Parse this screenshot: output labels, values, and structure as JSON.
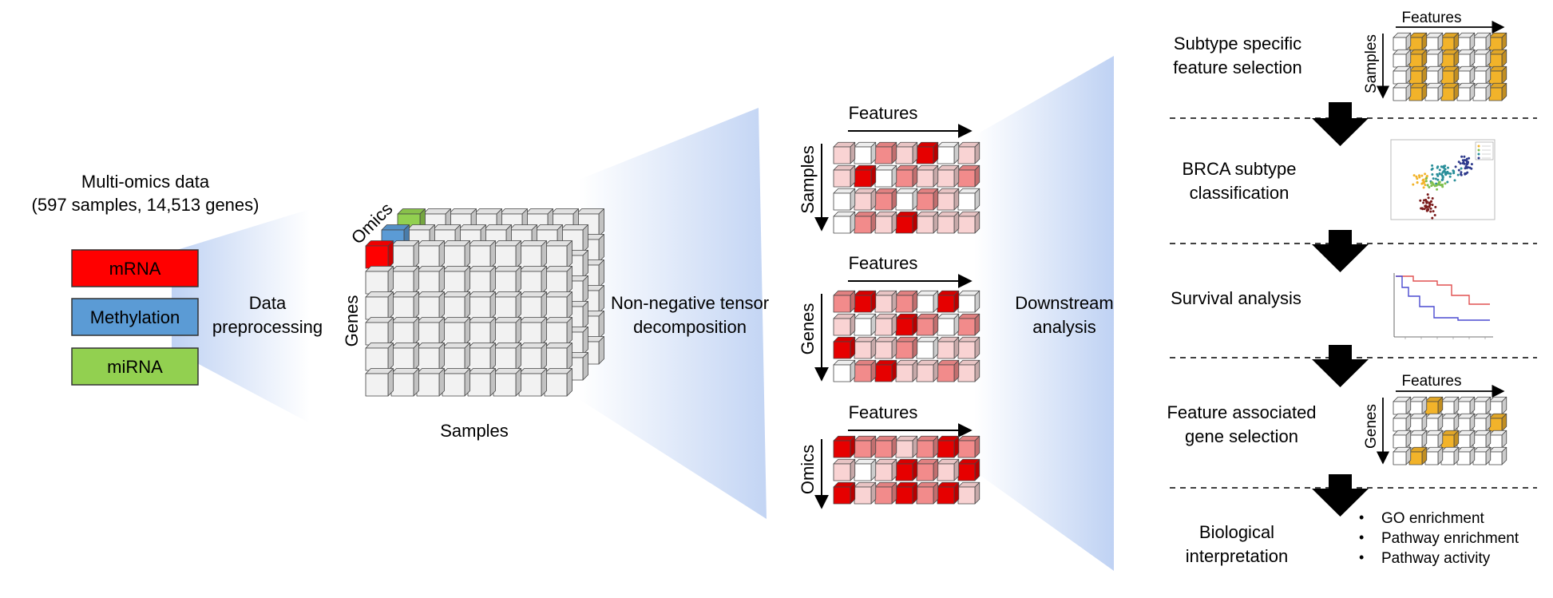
{
  "input": {
    "title_line1": "Multi-omics data",
    "title_line2": "(597 samples, 14,513 genes)",
    "omics": [
      {
        "label": "mRNA",
        "color": "#ff0000"
      },
      {
        "label": "Methylation",
        "color": "#5b9bd5"
      },
      {
        "label": "miRNA",
        "color": "#92d050"
      }
    ]
  },
  "step1": {
    "line1": "Data",
    "line2": "preprocessing"
  },
  "tensor": {
    "axis_omics": "Omics",
    "axis_genes": "Genes",
    "axis_samples": "Samples"
  },
  "step2": {
    "line1": "Non-negative tensor",
    "line2": "decomposition"
  },
  "factors": [
    {
      "top": "Features",
      "side": "Samples",
      "levels": [
        [
          1,
          0,
          2,
          1,
          3,
          0,
          1
        ],
        [
          1,
          3,
          0,
          2,
          1,
          1,
          2
        ],
        [
          0,
          1,
          2,
          0,
          2,
          1,
          0
        ],
        [
          0,
          2,
          1,
          3,
          1,
          1,
          1
        ]
      ]
    },
    {
      "top": "Features",
      "side": "Genes",
      "levels": [
        [
          2,
          3,
          1,
          2,
          0,
          3,
          0
        ],
        [
          1,
          0,
          1,
          3,
          2,
          0,
          2
        ],
        [
          3,
          1,
          1,
          2,
          0,
          1,
          1
        ],
        [
          0,
          2,
          3,
          1,
          1,
          2,
          1
        ]
      ]
    },
    {
      "top": "Features",
      "side": "Omics",
      "levels": [
        [
          3,
          2,
          2,
          1,
          2,
          3,
          2
        ],
        [
          1,
          0,
          1,
          3,
          2,
          1,
          3
        ],
        [
          3,
          1,
          2,
          3,
          2,
          3,
          1
        ]
      ]
    }
  ],
  "step3": {
    "line1": "Downstream",
    "line2": "analysis"
  },
  "analyses": [
    {
      "line1": "Subtype specific",
      "line2": "feature selection"
    },
    {
      "line1": "BRCA subtype",
      "line2": "classification"
    },
    {
      "line1": "Survival analysis",
      "line2": ""
    },
    {
      "line1": "Feature associated",
      "line2": "gene selection"
    },
    {
      "line1": "Biological",
      "line2": "interpretation"
    }
  ],
  "feature_matrix": {
    "top": "Features",
    "side": "Samples",
    "highlight_cols": [
      1,
      3,
      6
    ]
  },
  "gene_matrix": {
    "top": "Features",
    "side": "Genes",
    "highlight_cells": [
      [
        0,
        2
      ],
      [
        1,
        6
      ],
      [
        2,
        3
      ],
      [
        3,
        1
      ]
    ]
  },
  "bio_bullets": [
    "GO enrichment",
    "Pathway enrichment",
    "Pathway activity"
  ],
  "colors": {
    "red_levels": [
      "#ffffff",
      "#f9d3d3",
      "#f28b8b",
      "#e60000"
    ],
    "highlight": "#f2b32a",
    "cube": "#f2f2f2",
    "fan": "#b8cdf2"
  }
}
